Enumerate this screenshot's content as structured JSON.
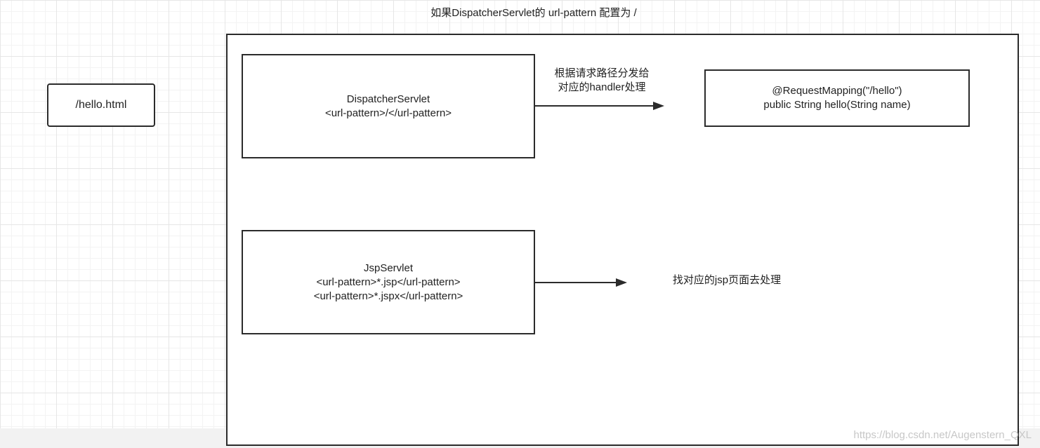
{
  "diagram": {
    "title": "如果DispatcherServlet的 url-pattern 配置为 /",
    "request_box": {
      "label": "/hello.html"
    },
    "dispatcher_box": {
      "line1": "DispatcherServlet",
      "line2": "<url-pattern>/</url-pattern>"
    },
    "dispatcher_arrow_label": {
      "line1": "根据请求路径分发给",
      "line2": "对应的handler处理"
    },
    "handler_box": {
      "line1": "@RequestMapping(\"/hello\")",
      "line2": "public String hello(String name)"
    },
    "jsp_box": {
      "line1": "JspServlet",
      "line2": "<url-pattern>*.jsp</url-pattern>",
      "line3": "<url-pattern>*.jspx</url-pattern>"
    },
    "jsp_target_label": "找对应的jsp页面去处理"
  },
  "watermark": "https://blog.csdn.net/Augenstern_QXL",
  "colors": {
    "stroke": "#2b2b2b",
    "grid": "#e6e6e6",
    "bar": "#f2f2f2"
  }
}
